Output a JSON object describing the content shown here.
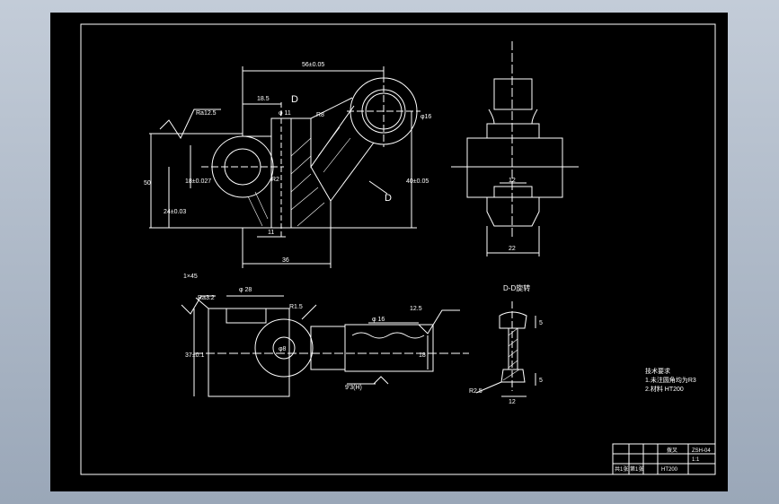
{
  "viewport": {
    "background_color": "#a9b4c4",
    "sheet_color": "#000000",
    "line_color": "#ffffff"
  },
  "front_view": {
    "dim_top": "56±0.05",
    "dim_18_5": "18.5",
    "dim_phi11": "φ 11",
    "dim_phi16": "φ16",
    "dim_50": "50",
    "dim_24": "24±0.03",
    "dim_18": "18±0.027",
    "dim_40": "40±0.05",
    "dim_11": "11",
    "dim_36": "36",
    "dim_r6": "R2",
    "roughness": "Ra12.5",
    "section_d_top": "D",
    "section_d_right": "D",
    "note_45": "R8"
  },
  "side_view": {
    "dim_12": "12",
    "dim_22": "22"
  },
  "top_view": {
    "chamfer": "1×45",
    "roughness_small": "Ra3.2",
    "dim_phi28": "φ 28",
    "dim_r15": "R1.5",
    "dim_phi16": "φ 16",
    "roughness_right": "12.5",
    "dim_37": "37±0.1",
    "dim_18v": "18",
    "dim_9": "9'3(H)",
    "hole_label": "φ8"
  },
  "section_view": {
    "title": "D-D旋转",
    "dim_5a": "5",
    "dim_5b": "5",
    "dim_12": "12",
    "dim_r2": "R2.5"
  },
  "tech_notes": {
    "title": "技术要求",
    "line1": "1.未注圆角均为R3",
    "line2": "2.材料 HT200"
  },
  "title_block": {
    "drawing_name": "拨叉",
    "code": "ZSH-04",
    "scale": "1:1",
    "material": "HT200",
    "sheet_info": "共1张 第1张"
  }
}
